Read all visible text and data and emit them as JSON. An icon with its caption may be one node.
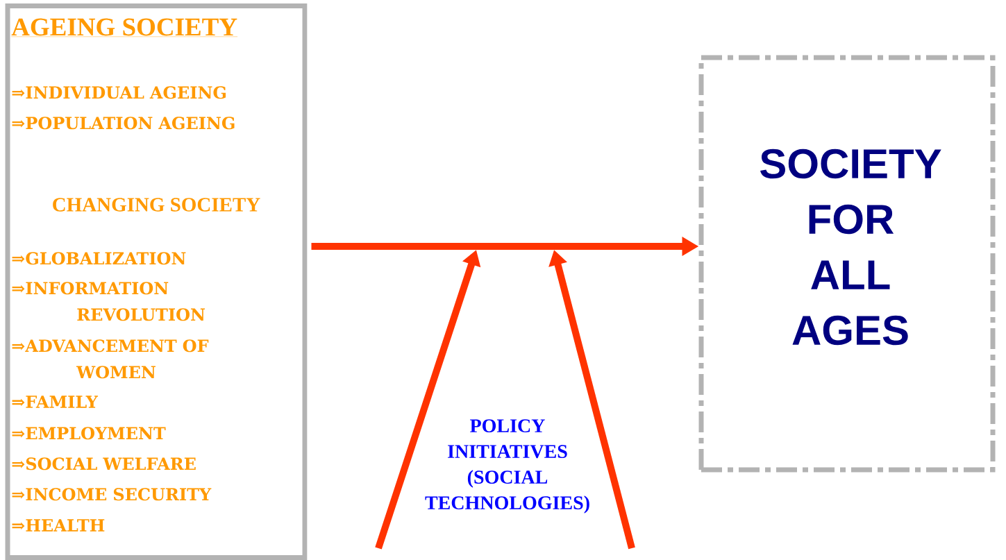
{
  "diagram": {
    "nodes": [
      {
        "text": [
          "AGEING SOCIETY",
          "⇒INDIVIDUAL AGEING",
          "⇒POPULATION AGEING",
          "CHANGING SOCIETY",
          "⇒GLOBALIZATION",
          "⇒INFORMATION REVOLUTION",
          "⇒ADVANCEMENT OF WOMEN",
          "⇒FAMILY",
          "⇒EMPLOYMENT",
          "⇒SOCIAL WELFARE",
          "⇒INCOME SECURITY",
          "⇒HEALTH"
        ]
      },
      {
        "text": [
          "SOCIETY FOR ALL AGES"
        ]
      }
    ],
    "edges": [
      {
        "from": 0,
        "to": 1,
        "arrow": "to",
        "color": "#ff3300"
      }
    ],
    "labels": [
      "POLICY INITIATIVES (SOCIAL TECHNOLOGIES)"
    ]
  }
}
